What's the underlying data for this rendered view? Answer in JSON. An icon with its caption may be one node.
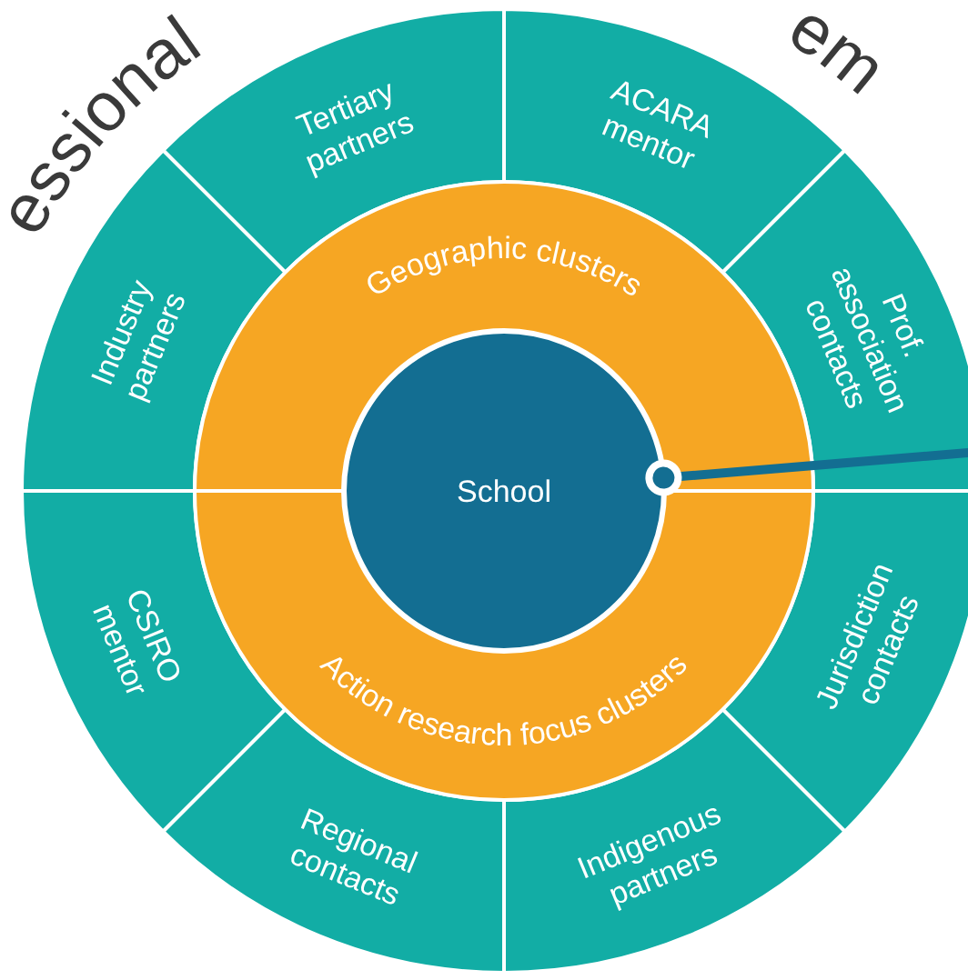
{
  "diagram": {
    "nodes": [
      {
        "text": [
          "Tertiary partners"
        ]
      },
      {
        "text": [
          "ACARA mentor"
        ]
      },
      {
        "text": [
          "Industry partners"
        ]
      },
      {
        "text": [
          "Geographic clusters"
        ]
      },
      {
        "text": [
          "Prof. association contacts"
        ]
      },
      {
        "text": [
          "School"
        ]
      },
      {
        "text": [
          "CSIRO mentor"
        ]
      },
      {
        "text": [
          "Jurisdiction contacts"
        ]
      },
      {
        "text": [
          "Action research focus clusters"
        ]
      },
      {
        "text": [
          "Regional contacts"
        ]
      },
      {
        "text": [
          "Indigenous partners"
        ]
      }
    ],
    "edges": [
      {
        "from": 5,
        "to": 4,
        "arrow": "other"
      }
    ],
    "labels": [
      "essional",
      "em"
    ]
  }
}
